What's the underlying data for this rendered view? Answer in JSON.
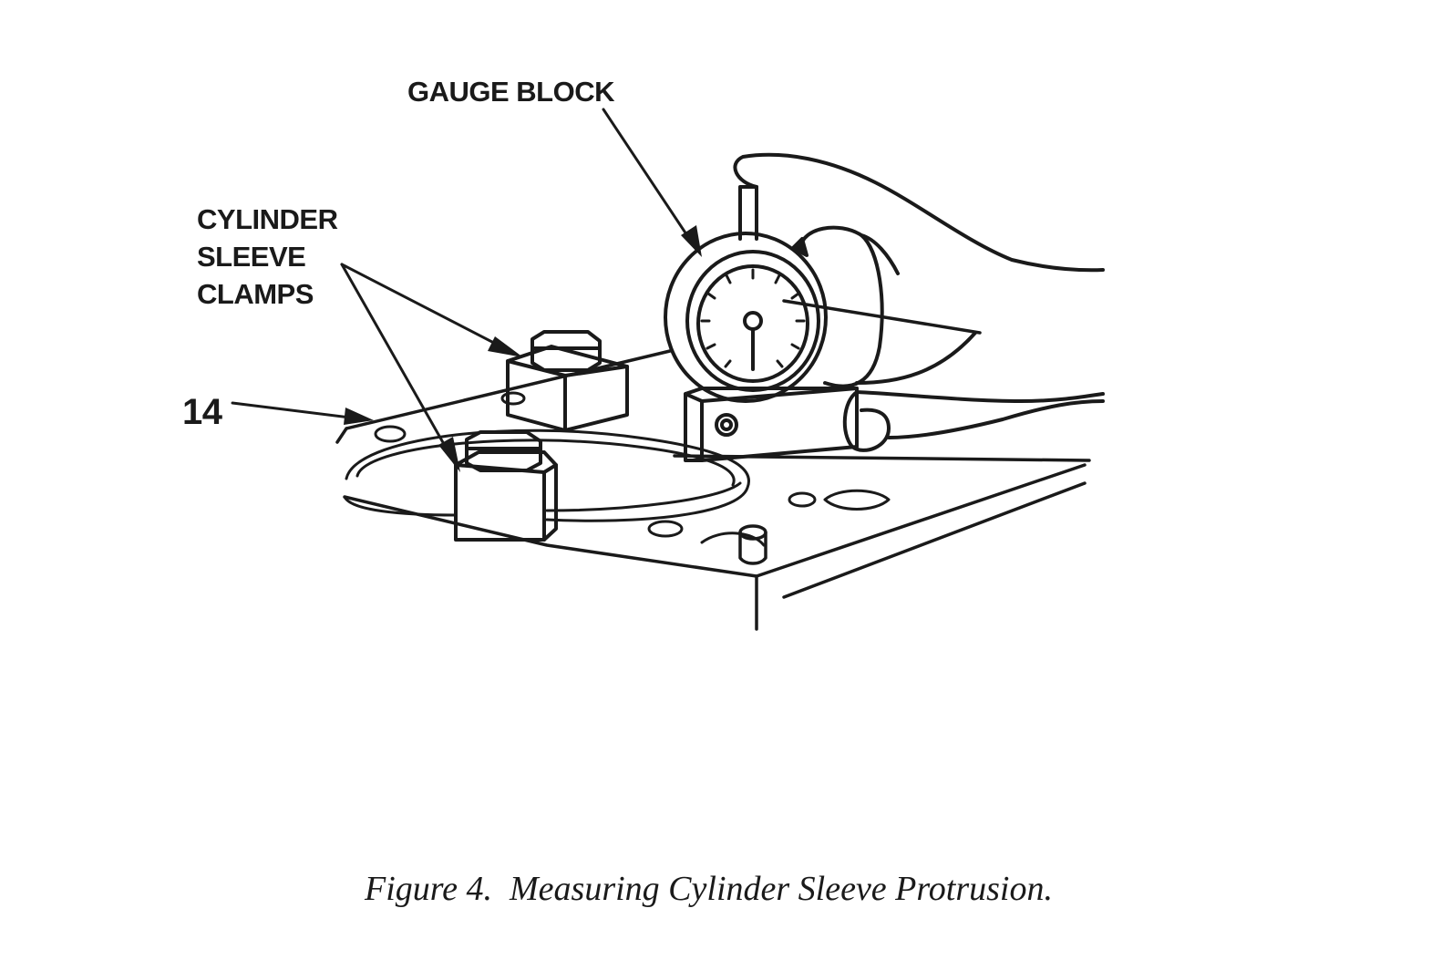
{
  "callouts": {
    "gauge_block": "GAUGE BLOCK",
    "cylinder_sleeve_clamps": [
      "CYLINDER",
      "SLEEVE",
      "CLAMPS"
    ],
    "reference_number": "14"
  },
  "caption": "Figure 4.  Measuring Cylinder Sleeve Protrusion.",
  "colors": {
    "ink": "#1a1a1a",
    "paper": "#ffffff"
  }
}
